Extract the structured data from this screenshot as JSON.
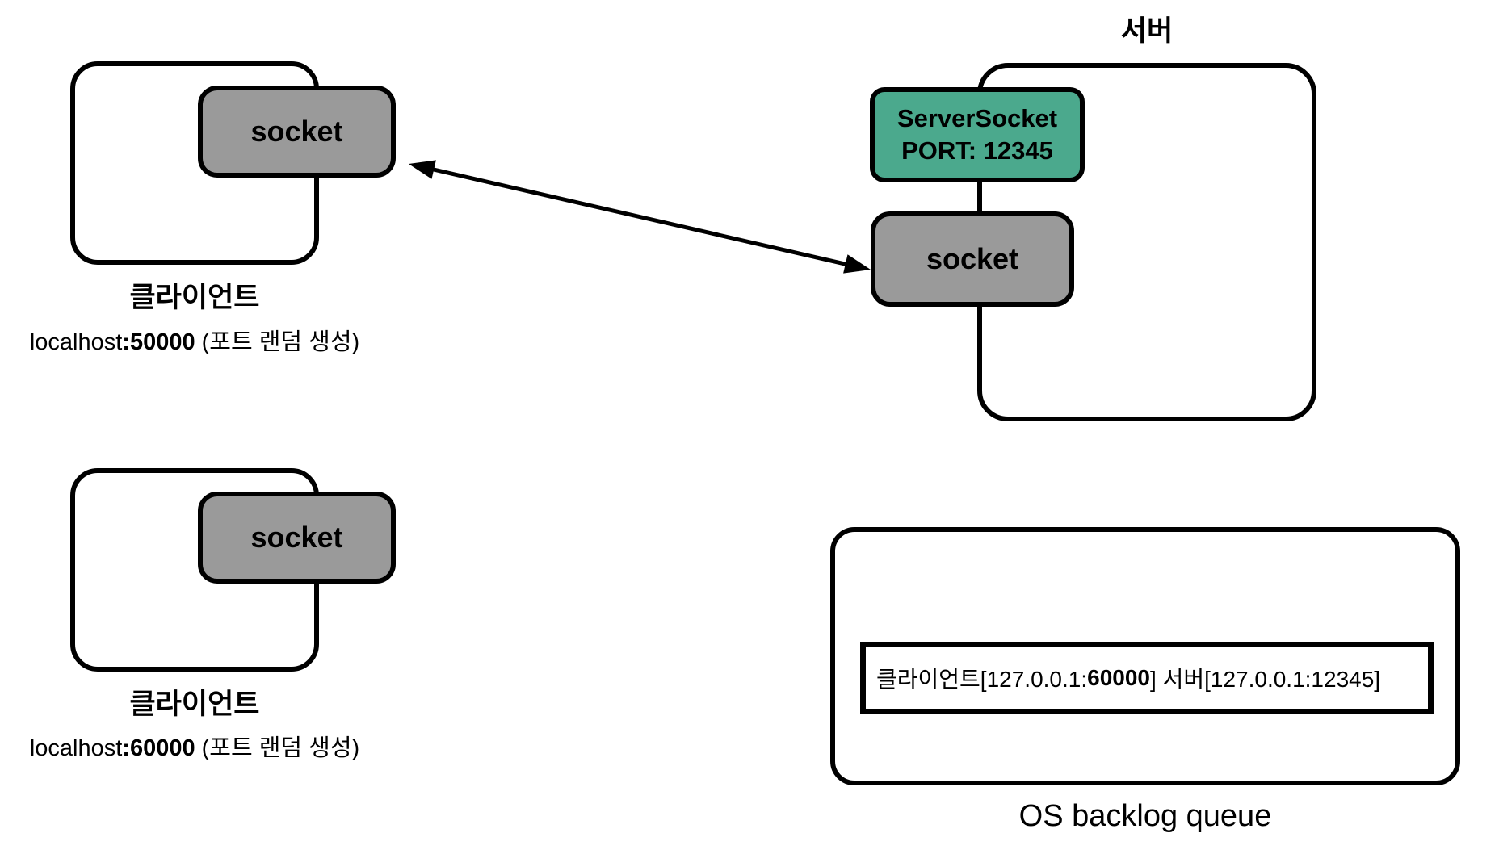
{
  "clients": [
    {
      "title": "클라이언트",
      "socket_label": "socket",
      "address_host": "localhost",
      "address_port_bold": ":50000",
      "address_note": " (포트 랜덤 생성)"
    },
    {
      "title": "클라이언트",
      "socket_label": "socket",
      "address_host": "localhost",
      "address_port_bold": ":60000",
      "address_note": " (포트 랜덤 생성)"
    }
  ],
  "server": {
    "title": "서버",
    "server_socket_line1": "ServerSocket",
    "server_socket_line2": "PORT: 12345",
    "socket_label": "socket"
  },
  "backlog": {
    "entry_prefix": "클라이언트[127.0.0.1:",
    "entry_port_bold": "60000",
    "entry_suffix": "] 서버[127.0.0.1:12345]",
    "caption": "OS backlog queue"
  },
  "colors": {
    "server_socket_fill": "#4BA98D",
    "socket_fill": "#9A9A9A",
    "outline": "#000000"
  }
}
